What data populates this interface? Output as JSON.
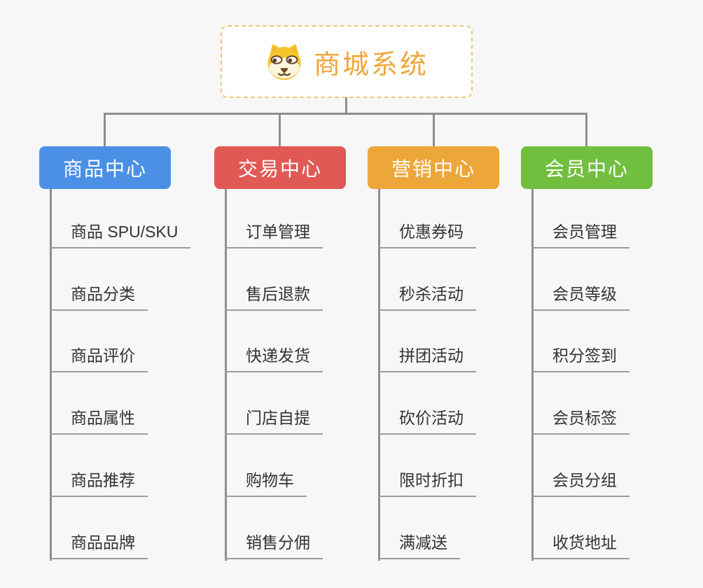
{
  "canvas": {
    "background_color": "#f7f7f7",
    "connector_color": "#8e8e8e"
  },
  "root": {
    "title": "商城系统",
    "icon": "dog-face-icon",
    "text_color": "#f0a63c",
    "border_color": "#f0c779",
    "background_color": "#ffffff"
  },
  "leaf_style": {
    "text_color": "#333333",
    "underline_color": "#9b9b9b"
  },
  "branches": [
    {
      "label": "商品中心",
      "color": "#4b90e5",
      "children": [
        "商品 SPU/SKU",
        "商品分类",
        "商品评价",
        "商品属性",
        "商品推荐",
        "商品品牌"
      ]
    },
    {
      "label": "交易中心",
      "color": "#e15955",
      "children": [
        "订单管理",
        "售后退款",
        "快递发货",
        "门店自提",
        "购物车",
        "销售分佣"
      ]
    },
    {
      "label": "营销中心",
      "color": "#eca63a",
      "children": [
        "优惠券码",
        "秒杀活动",
        "拼团活动",
        "砍价活动",
        "限时折扣",
        "满减送"
      ]
    },
    {
      "label": "会员中心",
      "color": "#72bf3f",
      "children": [
        "会员管理",
        "会员等级",
        "积分签到",
        "会员标签",
        "会员分组",
        "收货地址"
      ]
    }
  ]
}
